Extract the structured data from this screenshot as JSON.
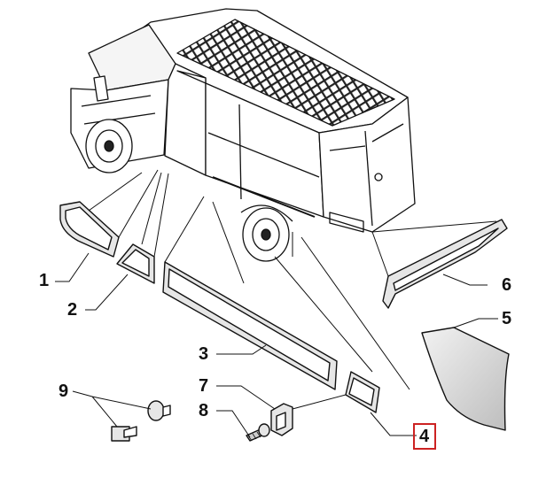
{
  "diagram": {
    "callouts": [
      {
        "id": "1",
        "label": "1"
      },
      {
        "id": "2",
        "label": "2"
      },
      {
        "id": "3",
        "label": "3"
      },
      {
        "id": "4",
        "label": "4",
        "highlighted": true
      },
      {
        "id": "5",
        "label": "5"
      },
      {
        "id": "6",
        "label": "6"
      },
      {
        "id": "7",
        "label": "7"
      },
      {
        "id": "8",
        "label": "8"
      },
      {
        "id": "9",
        "label": "9"
      }
    ],
    "highlight_color": "#cc2222",
    "line_color": "#111111"
  }
}
